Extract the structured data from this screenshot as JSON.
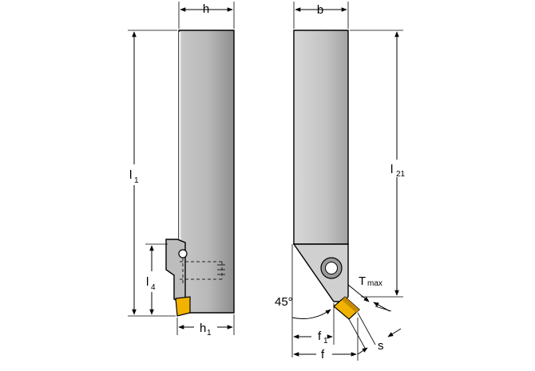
{
  "labels": {
    "h": "h",
    "b": "b",
    "l1": "l",
    "l1_sub": "1",
    "l21": "l",
    "l21_sub": "21",
    "l4": "l",
    "l4_sub": "4",
    "h1": "h",
    "h1_sub": "1",
    "f1": "f",
    "f1_sub": "1",
    "f": "f",
    "s": "s",
    "tmax": "T",
    "tmax_sub": "max",
    "angle": "45°"
  },
  "colors": {
    "body_light": "#d4d4d4",
    "body_dark": "#8a8a8a",
    "insert": "#f2b300",
    "insert_dark": "#c68a00",
    "line": "#000000",
    "hidden": "#333333"
  }
}
